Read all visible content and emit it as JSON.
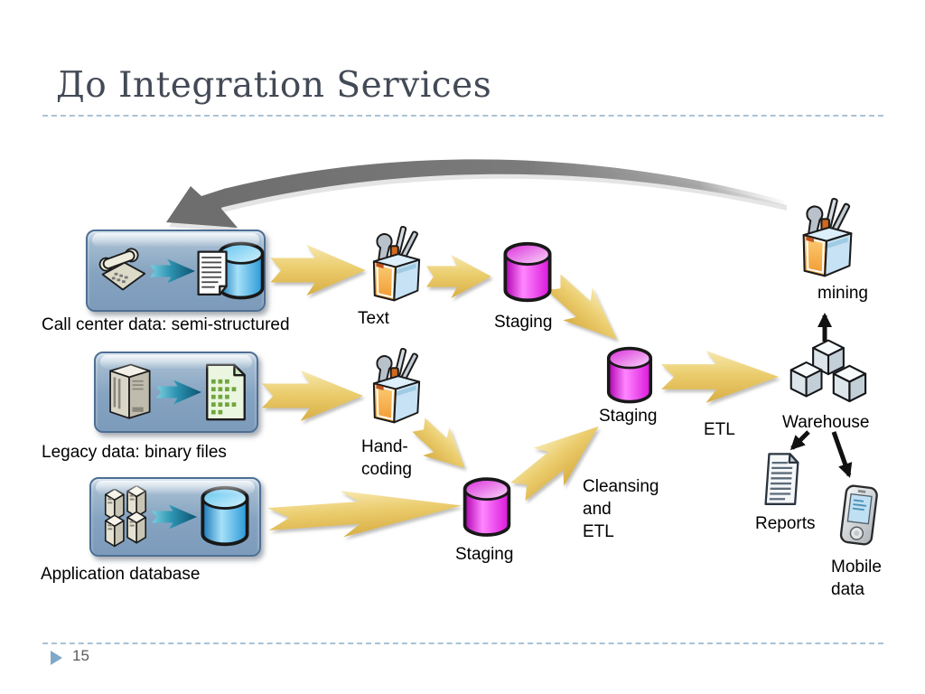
{
  "slide": {
    "title": "До Integration Services",
    "page_number": "15"
  },
  "sources": [
    {
      "label": "Call center data: semi-structured",
      "icons": [
        "telephone-icon",
        "flow-arrow-icon",
        "database-document-icon"
      ]
    },
    {
      "label": "Legacy data: binary files",
      "icons": [
        "mainframe-icon",
        "flow-arrow-icon",
        "binary-file-icon"
      ]
    },
    {
      "label": "Application database",
      "icons": [
        "server-rack-icon",
        "flow-arrow-icon",
        "database-cylinder-icon"
      ]
    }
  ],
  "diagram": {
    "labels": {
      "text_tool": "Text",
      "staging_top": "Staging",
      "hand_coding": "Hand-\ncoding",
      "staging_bottom": "Staging",
      "staging_mid": "Staging",
      "cleansing": "Cleansing\nand\nETL",
      "etl": "ETL",
      "warehouse": "Warehouse",
      "mining": "mining",
      "reports": "Reports",
      "mobile": "Mobile\ndata"
    }
  },
  "icon_names": [
    "telephone-icon",
    "flow-arrow-icon",
    "database-cylinder-icon",
    "database-document-icon",
    "mainframe-icon",
    "binary-file-icon",
    "server-rack-icon",
    "toolbox-icon",
    "staging-cylinder-icon",
    "warehouse-cubes-icon",
    "reports-document-icon",
    "mobile-device-icon",
    "feedback-arrow",
    "page-marker-triangle"
  ],
  "colors": {
    "title_text": "#434A56",
    "divider_dash": "#A9C3D6",
    "source_box_fill": "#86A4C1",
    "source_box_border": "#4E6F94",
    "teal_arrow": "#0C5270",
    "gold_arrow": "#E7C661",
    "staging_cylinder": "#E816E8",
    "database_cylinder": "#2FA8E8",
    "toolbox_orange": "#F2992F",
    "feedback_arrow_gray": "#737373",
    "footer_marker": "#7FA8C9",
    "label_text": "#000000"
  }
}
